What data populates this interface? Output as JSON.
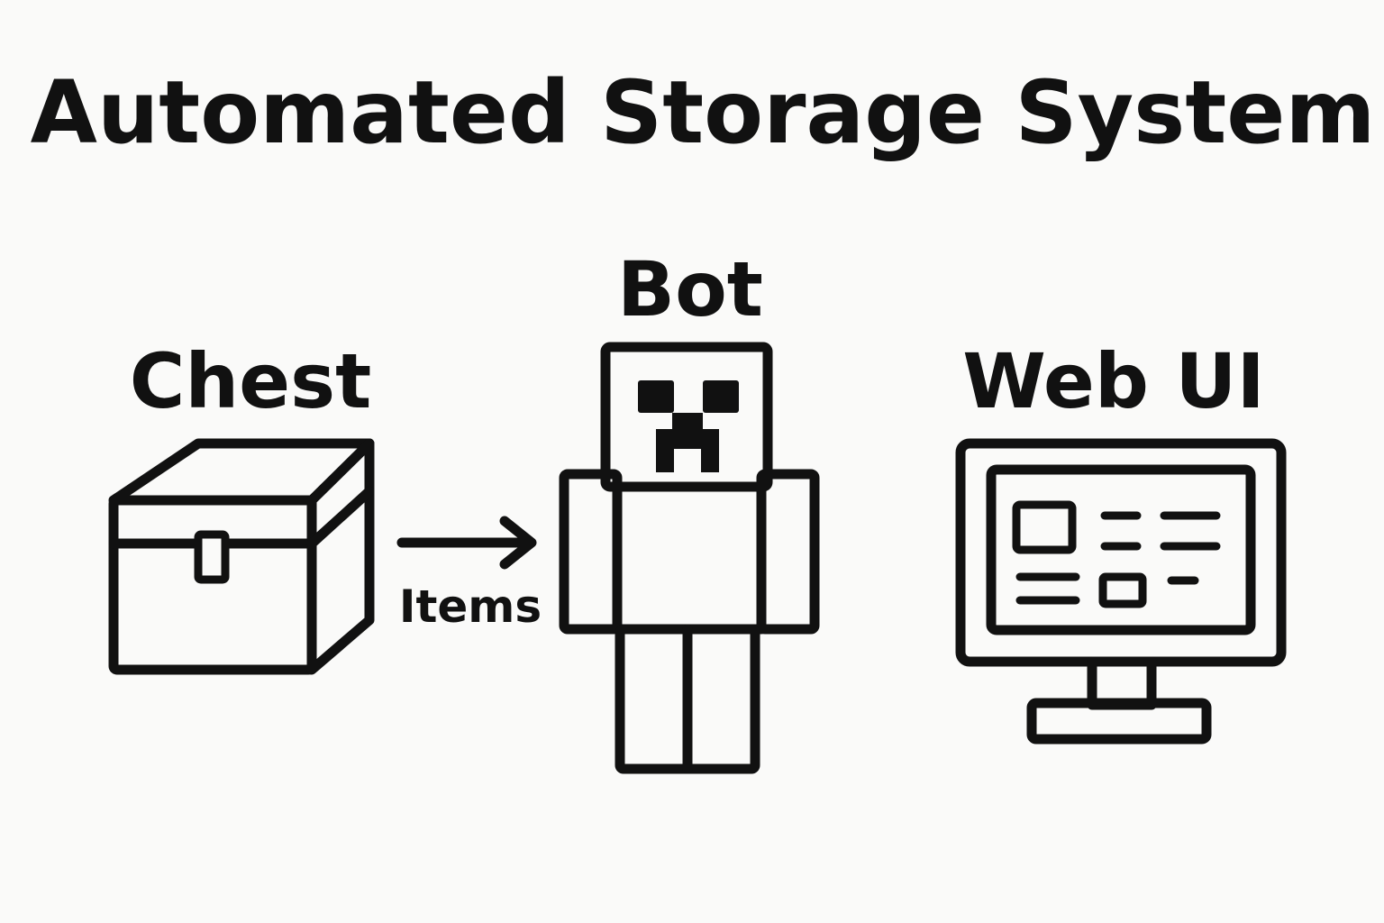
{
  "title": "Automated Storage System",
  "nodes": {
    "chest": {
      "label": "Chest",
      "icon": "chest-icon"
    },
    "bot": {
      "label": "Bot",
      "icon": "minecraft-bot-icon"
    },
    "web_ui": {
      "label": "Web UI",
      "icon": "computer-monitor-icon"
    }
  },
  "edges": [
    {
      "from": "chest",
      "to": "bot",
      "label": "Items"
    }
  ],
  "colors": {
    "ink": "#111111",
    "background": "#fafaf9"
  }
}
